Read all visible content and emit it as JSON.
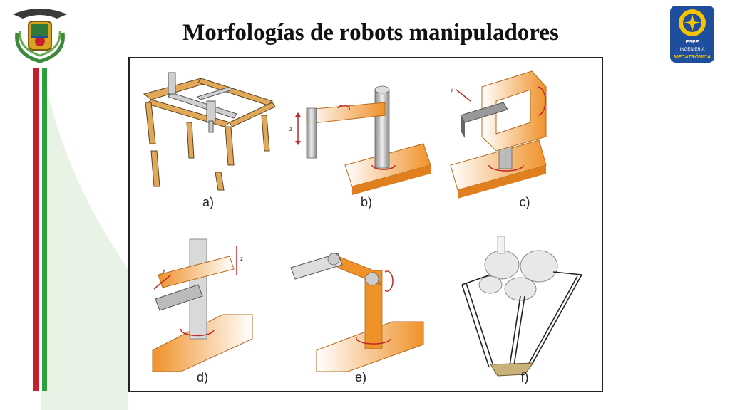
{
  "slide": {
    "title": "Morfologías de robots manipuladores",
    "logo_right_text": [
      "ESPE",
      "INGENIERÍA",
      "MECATRÓNICA"
    ]
  },
  "figure": {
    "panels": [
      {
        "label": "a)"
      },
      {
        "label": "b)"
      },
      {
        "label": "c)"
      },
      {
        "label": "d)"
      },
      {
        "label": "e)"
      },
      {
        "label": "f)"
      }
    ],
    "axis_labels": {
      "z_b": "z",
      "y_c": "y",
      "y_d": "y",
      "z_d": "z"
    }
  },
  "colors": {
    "accent_orange": "#F0922A",
    "stripe_red": "#C8202A",
    "stripe_green": "#2E9E3E",
    "logo_blue": "#1F4E9C",
    "logo_yellow": "#F5C400"
  }
}
